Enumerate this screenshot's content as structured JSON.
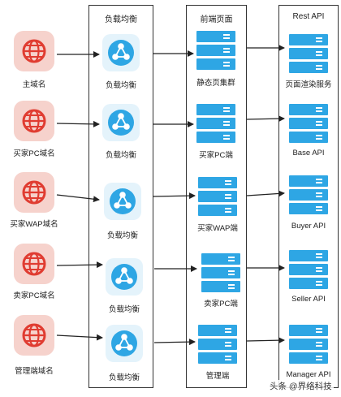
{
  "columns": {
    "load_balancer_title": "负载均衡",
    "frontend_title": "前端页面",
    "rest_api_title": "Rest API"
  },
  "domains": [
    {
      "label": "主域名",
      "icon": "globe-icon"
    },
    {
      "label": "买家PC域名",
      "icon": "globe-icon"
    },
    {
      "label": "买家WAP域名",
      "icon": "globe-icon"
    },
    {
      "label": "卖家PC域名",
      "icon": "globe-icon"
    },
    {
      "label": "管理端域名",
      "icon": "globe-icon"
    }
  ],
  "load_balancers": [
    {
      "label": "负载均衡",
      "icon": "load-balancer-icon"
    },
    {
      "label": "负载均衡",
      "icon": "load-balancer-icon"
    },
    {
      "label": "负载均衡",
      "icon": "load-balancer-icon"
    },
    {
      "label": "负载均衡",
      "icon": "load-balancer-icon"
    },
    {
      "label": "负载均衡",
      "icon": "load-balancer-icon"
    }
  ],
  "frontends": [
    {
      "label": "静态页集群",
      "icon": "server-stack-icon"
    },
    {
      "label": "买家PC端",
      "icon": "server-stack-icon"
    },
    {
      "label": "买家WAP端",
      "icon": "server-stack-icon"
    },
    {
      "label": "卖家PC端",
      "icon": "server-stack-icon"
    },
    {
      "label": "管理端",
      "icon": "server-stack-icon"
    }
  ],
  "apis": [
    {
      "label": "页面渲染服务",
      "icon": "server-stack-icon"
    },
    {
      "label": "Base API",
      "icon": "server-stack-icon"
    },
    {
      "label": "Buyer API",
      "icon": "server-stack-icon"
    },
    {
      "label": "Seller API",
      "icon": "server-stack-icon"
    },
    {
      "label": "Manager API",
      "icon": "server-stack-icon"
    }
  ],
  "watermark": "头条 @界络科技",
  "colors": {
    "globe_tile": "#f6d2cc",
    "globe_red": "#e03c31",
    "lb_tile": "#e4f3fb",
    "accent_blue": "#2ea6e4",
    "arrow": "#222222"
  }
}
